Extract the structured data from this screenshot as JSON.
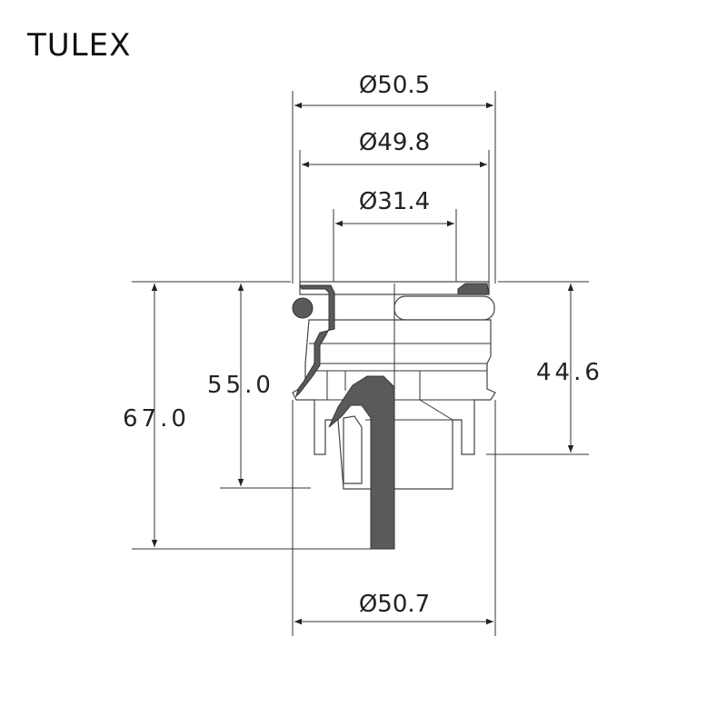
{
  "brand": {
    "logo_text": "TULEX"
  },
  "dimensions": {
    "d_top_outer": "Ø50.5",
    "d_top_inner": "Ø49.8",
    "d_bore": "Ø31.4",
    "d_bottom": "Ø50.7",
    "h_total": "67.0",
    "h_mid": "55.0",
    "h_right": "44.6"
  }
}
